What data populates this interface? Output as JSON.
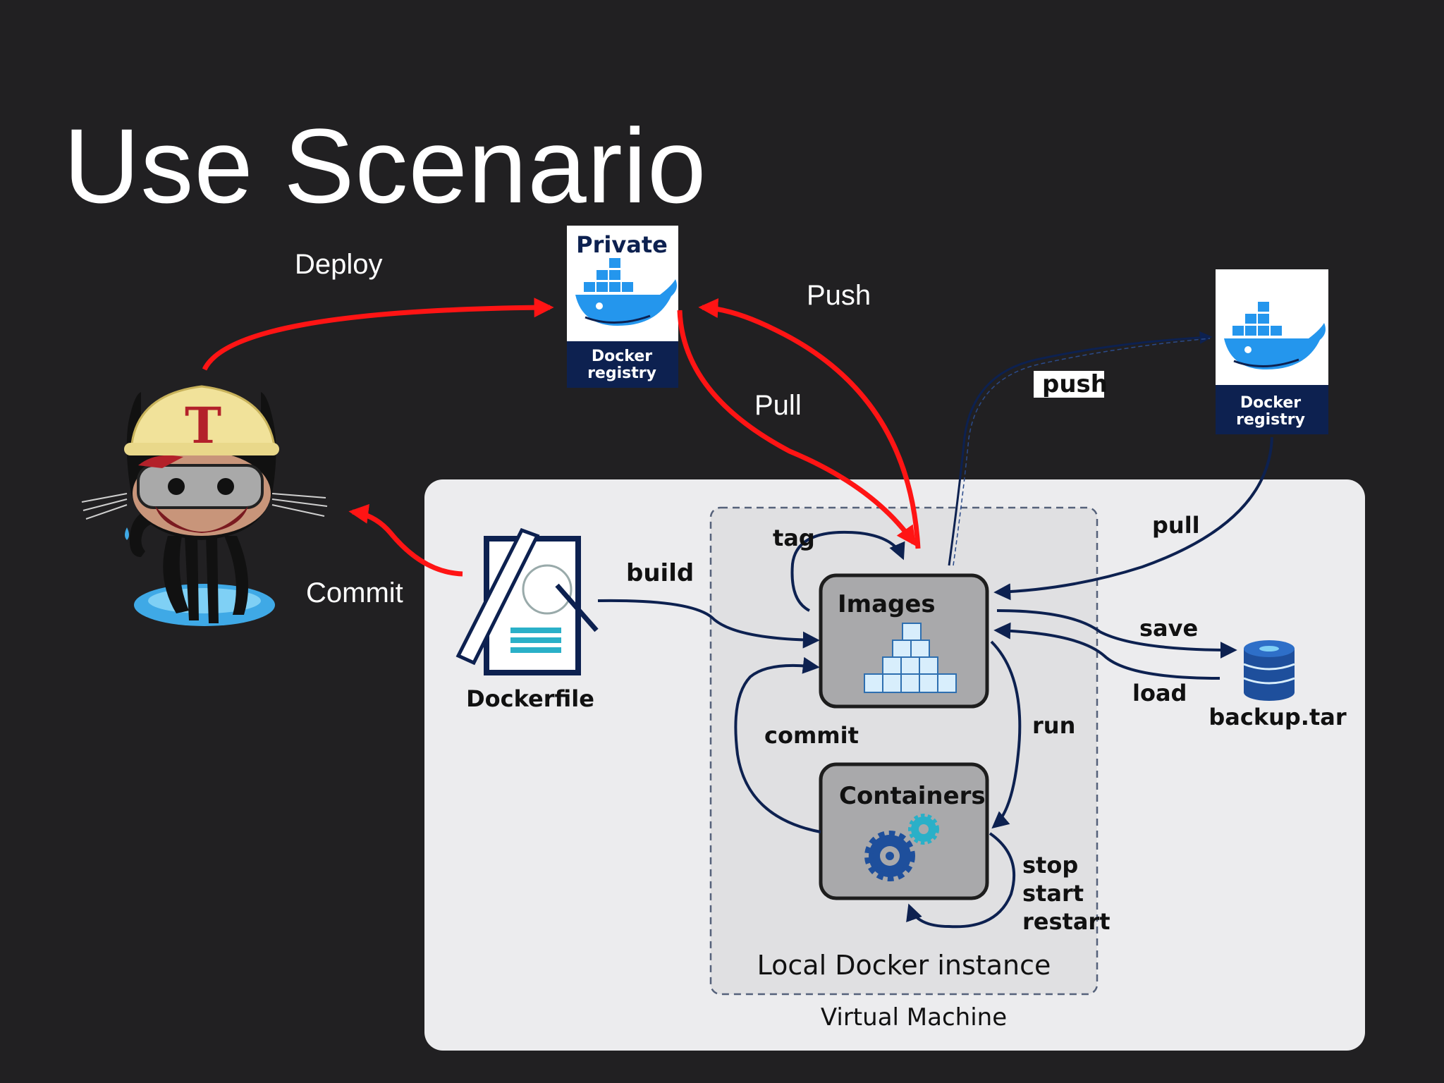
{
  "slide": {
    "title": "Use Scenario"
  },
  "private_registry": {
    "top_label": "Private",
    "label_line1": "Docker",
    "label_line2": "registry"
  },
  "public_registry": {
    "label_line1": "Docker",
    "label_line2": "registry"
  },
  "flows": {
    "deploy": "Deploy",
    "push_private": "Push",
    "pull_private": "Pull",
    "commit_ci": "Commit",
    "push_public": "push",
    "pull_public": "pull",
    "build": "build",
    "tag": "tag",
    "commit": "commit",
    "run": "run",
    "save": "save",
    "load": "load",
    "lifecycle_1": "stop",
    "lifecycle_2": "start",
    "lifecycle_3": "restart"
  },
  "nodes": {
    "dockerfile": "Dockerfile",
    "images": "Images",
    "containers": "Containers",
    "backup": "backup.tar"
  },
  "regions": {
    "local_docker": "Local Docker instance",
    "virtual_machine": "Virtual Machine"
  },
  "colors": {
    "background": "#212022",
    "red_arrow": "#ff1414",
    "navy": "#0d2150",
    "docker_blue": "#2496ed",
    "vm_panel": "#ececee",
    "node_fill": "#a9a9ab"
  },
  "icons": {
    "ci_mascot": "octocat-jenkins-mascot-icon",
    "registry": "docker-whale-icon",
    "dockerfile": "document-ruler-icon",
    "images": "stacked-cubes-icon",
    "containers": "gears-icon",
    "backup": "database-icon"
  }
}
